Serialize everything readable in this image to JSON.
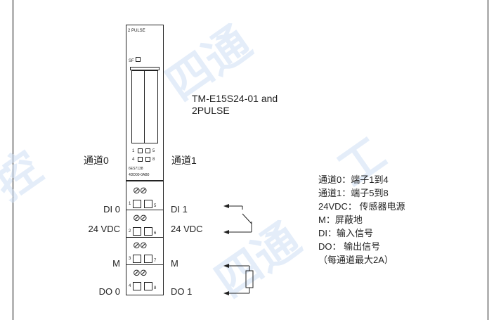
{
  "module": {
    "header": "2 PULSE",
    "sf_label": "SF",
    "row_labels": [
      "1",
      "5",
      "4",
      "8"
    ],
    "order_number_1": "6ES7138",
    "order_number_2": "4DD00-0AB0",
    "pin_numbers": [
      "1",
      "5",
      "2",
      "6",
      "3",
      "7",
      "4",
      "8"
    ]
  },
  "description": {
    "line1": "TM-E15S24-01 and",
    "line2": "2PULSE"
  },
  "channels": {
    "left": "通道0",
    "right": "通道1"
  },
  "terminals": {
    "left": [
      "DI 0",
      "24 VDC",
      "M",
      "DO 0"
    ],
    "right": [
      "DI 1",
      "24 VDC",
      "M",
      "DO 1"
    ]
  },
  "legend": [
    "通道0：端子1到4",
    "通道1：端子5到8",
    "24VDC： 传感器电源",
    "M：屏蔽地",
    "DI：输入信号",
    "DO： 输出信号",
    "（每通道最大2A）"
  ]
}
